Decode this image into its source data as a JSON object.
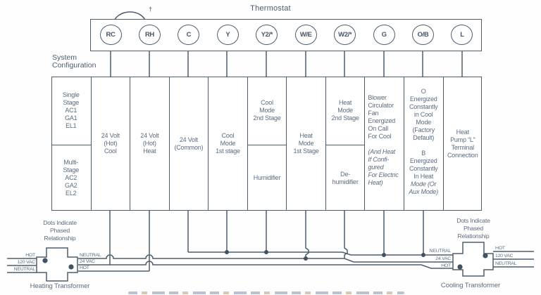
{
  "title": "Thermostat",
  "jumper_footnote_mark": "†",
  "system_config_label": [
    "System",
    "Configuration"
  ],
  "terminals": [
    {
      "label": "RC"
    },
    {
      "label": "RH"
    },
    {
      "label": "C"
    },
    {
      "label": "Y"
    },
    {
      "label": "Y2/*"
    },
    {
      "label": "W/E"
    },
    {
      "label": "W2/*"
    },
    {
      "label": "G"
    },
    {
      "label": "O/B"
    },
    {
      "label": "L"
    }
  ],
  "columns": [
    {
      "name": "system-configuration-stages",
      "cells": [
        [
          "Single",
          "Stage",
          "AC1",
          "GA1",
          "EL1"
        ],
        [
          "Multi-",
          "Stage",
          "AC2",
          "GA2",
          "EL2"
        ]
      ]
    },
    {
      "name": "rc-function",
      "cells": [
        [
          "24 Volt",
          "(Hot)",
          "Cool"
        ]
      ]
    },
    {
      "name": "rh-function",
      "cells": [
        [
          "24 Volt",
          "(Hot)",
          "Heat"
        ]
      ]
    },
    {
      "name": "c-function",
      "cells": [
        [
          "24 Volt",
          "(Common)"
        ]
      ]
    },
    {
      "name": "y-function",
      "cells": [
        [
          "Cool",
          "Mode",
          "1st stage"
        ]
      ]
    },
    {
      "name": "y2-function",
      "cells": [
        [
          "Cool",
          "Mode",
          "2nd Stage"
        ],
        [
          "Humidifier"
        ]
      ]
    },
    {
      "name": "we-function",
      "cells": [
        [
          "Heat",
          "Mode",
          "1st Stage"
        ]
      ]
    },
    {
      "name": "w2-function",
      "cells": [
        [
          "Heat",
          "Mode",
          "2nd Stage"
        ],
        [
          "De-",
          "humidifier"
        ]
      ]
    },
    {
      "name": "g-function",
      "cells": [
        [
          "Blower",
          "Circulator",
          "Fan",
          "Energized",
          "On Call",
          "For Cool",
          "",
          {
            "t": "(And Heat",
            "i": true
          },
          {
            "t": "If Confi-",
            "i": true
          },
          {
            "t": "gured",
            "i": true
          },
          {
            "t": "For Electric",
            "i": true
          },
          {
            "t": "Heat)",
            "i": true
          }
        ]
      ]
    },
    {
      "name": "ob-function",
      "cells": [
        [
          "O",
          "Energized",
          "Constantly",
          "in Cool",
          "Mode",
          "(Factory",
          "Default)",
          "",
          "B",
          "Energized",
          "Constantly",
          "In Heat",
          {
            "t": "Mode (Or",
            "i": true
          },
          {
            "t": "Aux Mode)",
            "i": true
          }
        ]
      ]
    },
    {
      "name": "l-function",
      "cells": [
        [
          "Heat",
          "Pump “L”",
          "Terminal",
          "Connection"
        ]
      ]
    }
  ],
  "transformers": {
    "heating": {
      "name": "Heating Transformer",
      "note": [
        "Dots Indicate",
        "Phased",
        "Relationship"
      ],
      "left_labels": [
        "HOT",
        "120 VAC",
        "NEUTRAL"
      ],
      "right_labels": [
        "NEUTRAL",
        "24 VAC",
        "HOT"
      ]
    },
    "cooling": {
      "name": "Cooling Transformer",
      "note": [
        "Dots Indicate",
        "Phased",
        "Relationship"
      ],
      "left_labels": [
        "NEUTRAL",
        "24 VAC",
        "HOT"
      ],
      "right_labels": [
        "HOT",
        "120 VAC",
        "NEUTRAL"
      ]
    }
  },
  "colors": {
    "wire_line": "#4e5d6e",
    "label_text": "#5a6c80",
    "caption_accent": "#c59a6d"
  }
}
